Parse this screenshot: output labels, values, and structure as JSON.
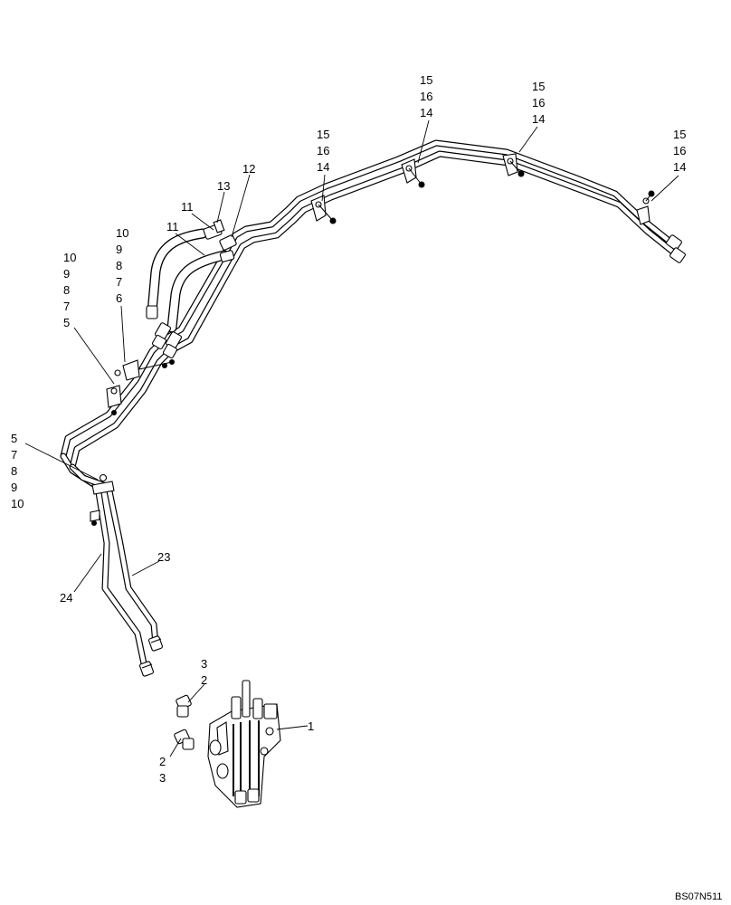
{
  "callouts": {
    "c15a": "15",
    "c16a": "16",
    "c14a": "14",
    "c15b": "15",
    "c16b": "16",
    "c14b": "14",
    "c15c": "15",
    "c16c": "16",
    "c14c": "14",
    "c15d": "15",
    "c16d": "16",
    "c14d": "14",
    "c12": "12",
    "c13": "13",
    "c11a": "11",
    "c11b": "11",
    "c10a": "10",
    "c9a": "9",
    "c8a": "8",
    "c7a": "7",
    "c6": "6",
    "c10b": "10",
    "c9b": "9",
    "c8b": "8",
    "c7b": "7",
    "c5a": "5",
    "c5b": "5",
    "c7c": "7",
    "c8c": "8",
    "c9c": "9",
    "c10c": "10",
    "c23": "23",
    "c24": "24",
    "c3a": "3",
    "c2a": "2",
    "c2b": "2",
    "c3b": "3",
    "c1": "1"
  },
  "doc_id": "BS07N511"
}
